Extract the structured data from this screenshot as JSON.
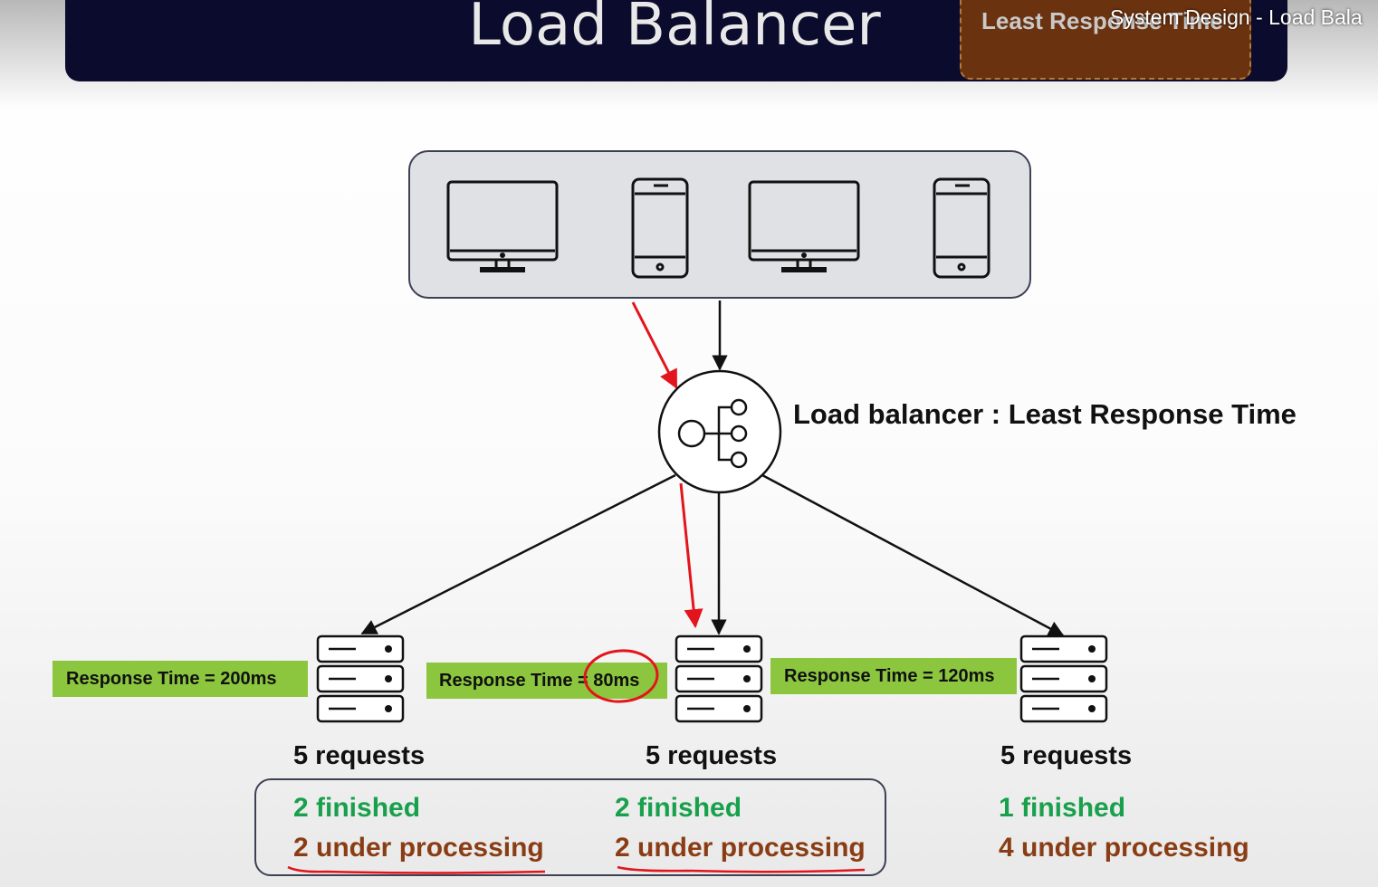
{
  "header": {
    "title": "Load Balancer",
    "tag_label": "Least Response Time",
    "video_title": "System Design - Load Bala"
  },
  "load_balancer": {
    "label": "Load balancer : Least Response Time"
  },
  "servers": [
    {
      "response_label": "Response Time = 200ms",
      "requests": "5 requests",
      "finished": "2 finished",
      "processing": "2 under processing"
    },
    {
      "response_label": "Response Time = 80ms",
      "requests": "5 requests",
      "finished": "2 finished",
      "processing": "2 under processing"
    },
    {
      "response_label": "Response Time = 120ms",
      "requests": "5 requests",
      "finished": "1 finished",
      "processing": "4 under processing"
    }
  ],
  "colors": {
    "header_bg": "#0b0b2d",
    "tag_bg": "#6b320f",
    "response_box": "#8cc63f",
    "finished": "#18a04c",
    "processing": "#8a3d14",
    "annotation": "#e3141b"
  },
  "icons": [
    "monitor-icon",
    "smartphone-icon",
    "load-balancer-icon",
    "server-rack-icon"
  ]
}
